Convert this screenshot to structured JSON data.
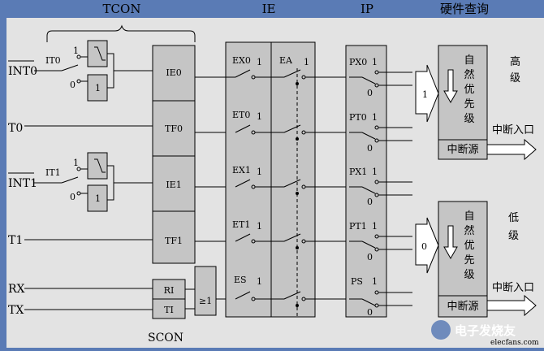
{
  "header": {
    "tcon": "TCON",
    "ie": "IE",
    "ip": "IP",
    "query": "硬件查询"
  },
  "inputs": {
    "int0": "INT0",
    "t0": "T0",
    "int1": "INT1",
    "t1": "T1",
    "rx": "RX",
    "tx": "TX"
  },
  "trigger": {
    "it0": "IT0",
    "it1": "IT1",
    "one": "1",
    "zero": "0"
  },
  "flags": {
    "ie0": "IE0",
    "tf0": "TF0",
    "ie1": "IE1",
    "tf1": "TF1",
    "ri": "RI",
    "ti": "TI",
    "or_gate": "≥1"
  },
  "ie_switches": {
    "ex0": "EX0",
    "et0": "ET0",
    "ex1": "EX1",
    "et1": "ET1",
    "es": "ES",
    "ea": "EA",
    "one": "1"
  },
  "ip_switches": {
    "px0": "PX0",
    "pt0": "PT0",
    "px1": "PX1",
    "pt1": "PT1",
    "ps": "PS",
    "one": "1",
    "zero": "0"
  },
  "high_unit": {
    "arrow_value": "1",
    "priority_text": "自然优先级",
    "source": "中断源",
    "level": "高级",
    "output": "中断入口"
  },
  "low_unit": {
    "arrow_value": "0",
    "priority_text": "自然优先级",
    "source": "中断源",
    "level": "低级",
    "output": "中断入口"
  },
  "footer": {
    "scon": "SCON"
  },
  "watermark": {
    "text": "电子发烧友",
    "site": "elecfans.com"
  },
  "colors": {
    "background": "#5a7bb5",
    "panel": "#e3e3e3",
    "block": "#c5c5c5",
    "line": "#000000"
  }
}
